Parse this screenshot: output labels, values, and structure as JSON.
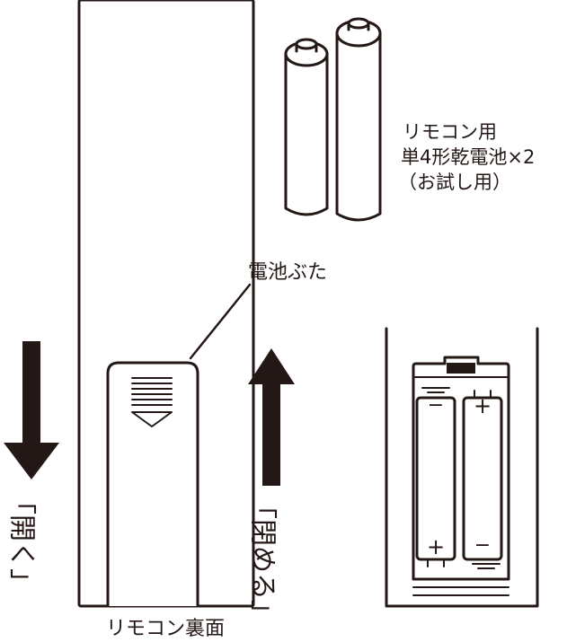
{
  "labels": {
    "battery_line1": "リモコン用",
    "battery_line2": "単4形乾電池×2",
    "battery_line3": "（お試し用）",
    "cover": "電池ぶた",
    "open": "「開く」",
    "close": "「閉める」",
    "remote_back": "リモコン裏面",
    "plus": "+",
    "minus": "−"
  },
  "colors": {
    "ink": "#231815",
    "paper": "#ffffff"
  }
}
